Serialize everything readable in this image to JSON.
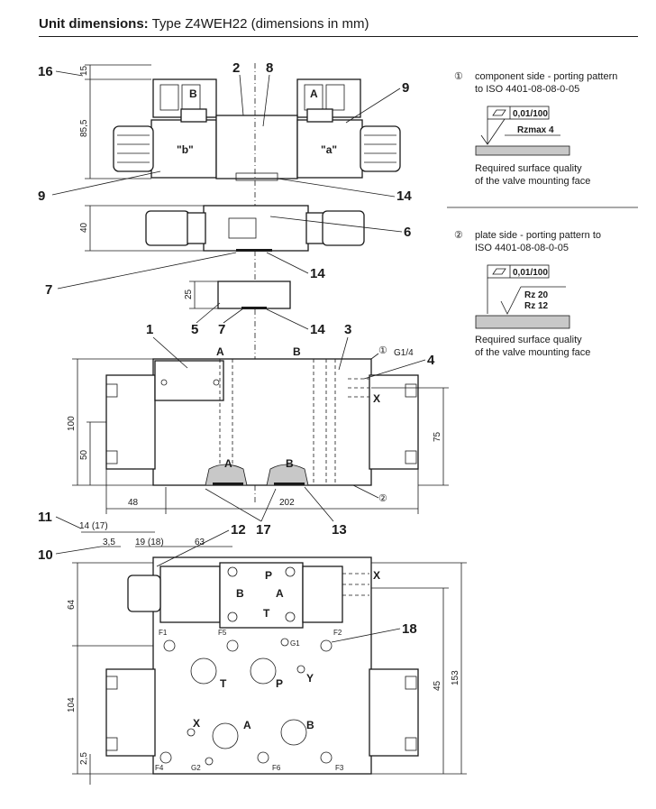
{
  "title": {
    "bold": "Unit dimensions:",
    "rest": " Type Z4WEH22 (dimensions in mm)"
  },
  "notes": {
    "n1_symbol": "①",
    "n1_line1": "component side - porting pattern",
    "n1_line2": "to ISO 4401-08-08-0-05",
    "n1_flatness": "0,01/100",
    "n1_rz": "Rzmax  4",
    "n1_q1": "Required surface quality",
    "n1_q2": "of the valve mounting face",
    "n2_symbol": "②",
    "n2_line1": "plate side - porting pattern to",
    "n2_line2": "ISO 4401-08-08-0-05",
    "n2_flatness": "0,01/100",
    "n2_rz1": "Rz  20",
    "n2_rz2": "Rz  12",
    "n2_q1": "Required surface quality",
    "n2_q2": "of the valve mounting face"
  },
  "callouts": {
    "c16": "16",
    "c2": "2",
    "c8": "8",
    "c9a": "9",
    "c9b": "9",
    "c14a": "14",
    "c6": "6",
    "c14b": "14",
    "c7a": "7",
    "c5": "5",
    "c7b": "7",
    "c14c": "14",
    "c1": "1",
    "c3": "3",
    "c4": "4",
    "c11": "11",
    "c10": "10",
    "c12": "12",
    "c17": "17",
    "c13": "13",
    "c18": "18"
  },
  "dims": {
    "d15": "15",
    "d85": "85,5",
    "d40": "40",
    "d25": "25",
    "d100": "100",
    "d50": "50",
    "d75": "75",
    "d48": "48",
    "d202": "202",
    "d1417": "14 (17)",
    "d35": "3,5",
    "d1918": "19 (18)",
    "d63": "63",
    "d64": "64",
    "d104": "104",
    "d25b": "2,5",
    "d45": "45",
    "d153": "153"
  },
  "labels": {
    "solB": "B",
    "solA": "A",
    "qb": "\"b\"",
    "qa": "\"a\"",
    "portA": "A",
    "portB": "B",
    "g14": "G1/4",
    "x1": "X",
    "pA": "A",
    "pB": "B",
    "circle1": "①",
    "circle2": "②",
    "x2": "X",
    "pvP": "P",
    "pvB": "B",
    "pvA": "A",
    "pvT": "T",
    "f1": "F1",
    "f5": "F5",
    "g1": "G1",
    "f2": "F2",
    "tT": "T",
    "tP": "P",
    "tY": "Y",
    "tX": "X",
    "tA": "A",
    "tB": "B",
    "f4": "F4",
    "g2": "G2",
    "f6": "F6",
    "f3": "F3"
  }
}
